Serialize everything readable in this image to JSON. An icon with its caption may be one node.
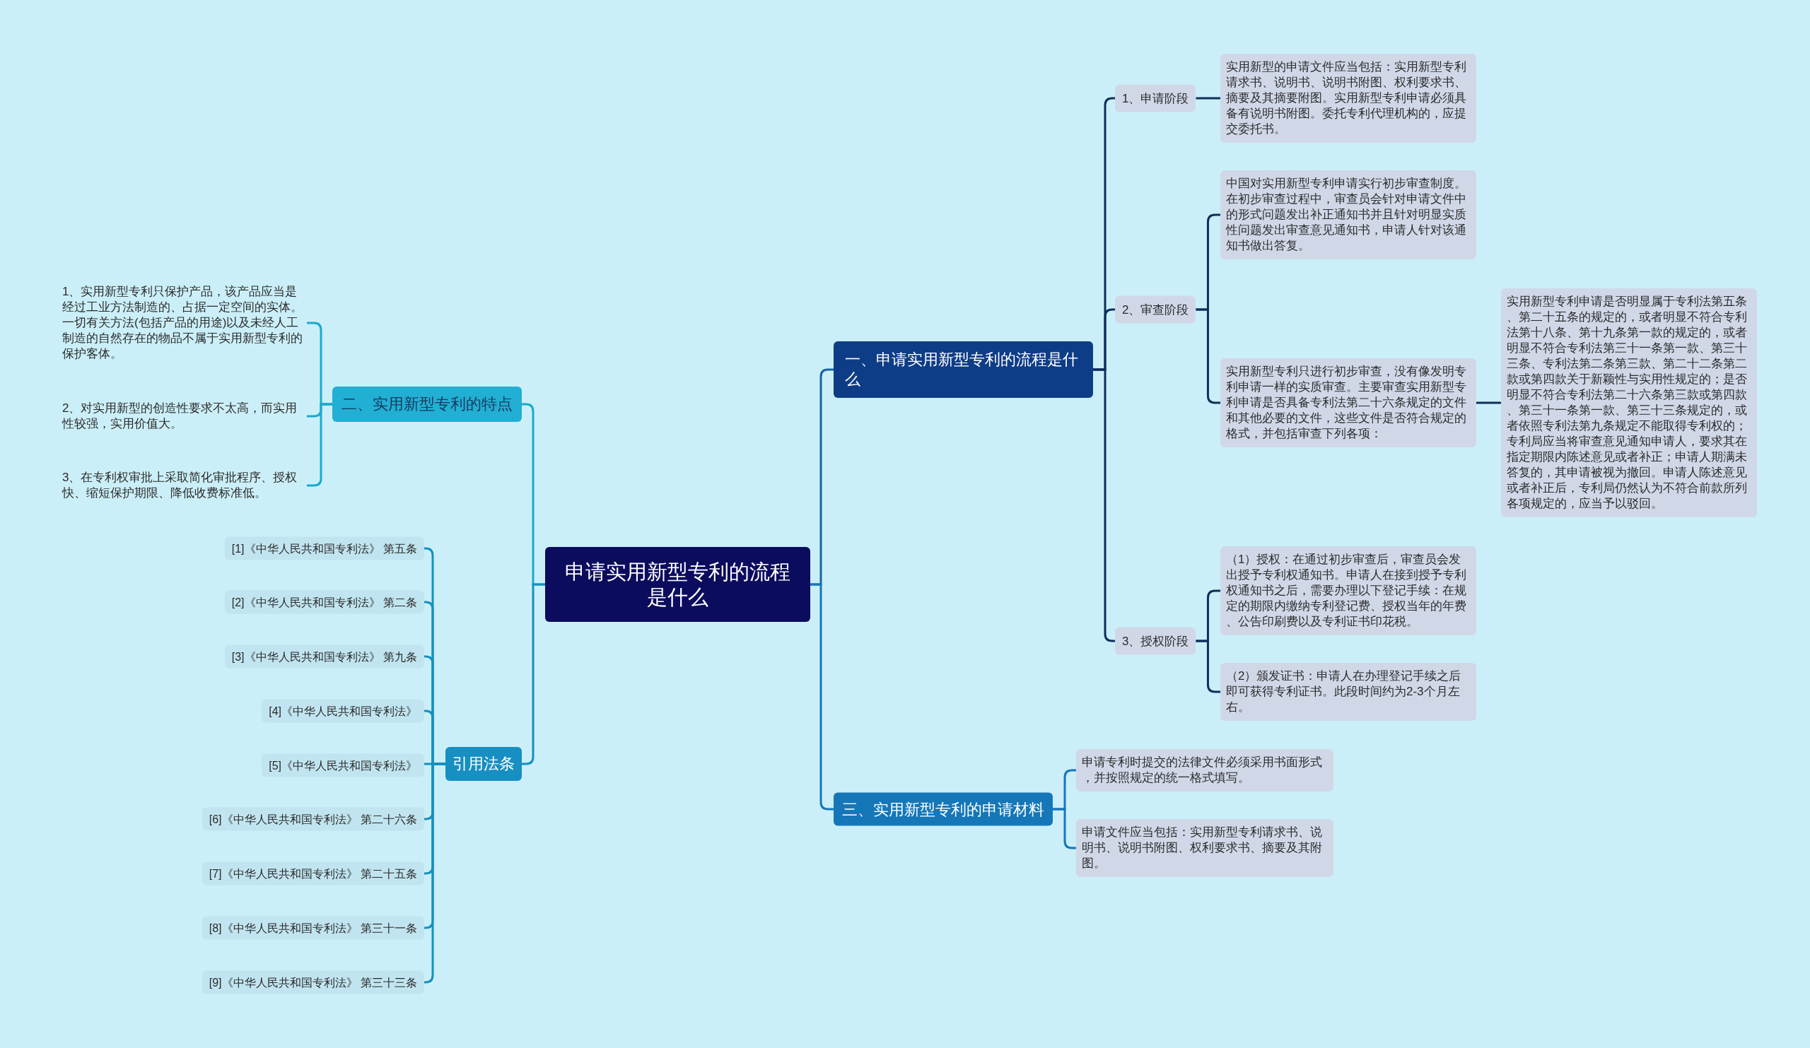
{
  "diagram": {
    "nodes": [
      {
        "text": [
          "申请实用新型专利的流程是什么"
        ]
      },
      {
        "text": [
          "二、实用新型专利的特点"
        ]
      },
      {
        "text": [
          "1、实用新型专利只保护产品，该产品应当是经过工业方法制造的、占据一定空间的实体。一切有关方法(包括产品的用途)以及未经人工制造的自然存在的物品不属于实用新型专利的保护客体。"
        ]
      },
      {
        "text": [
          "2、对实用新型的创造性要求不太高，而实用性较强，实用价值大。"
        ]
      },
      {
        "text": [
          "3、在专利权审批上采取简化审批程序、授权快、缩短保护期限、降低收费标准低。"
        ]
      },
      {
        "text": [
          "引用法条"
        ]
      },
      {
        "text": [
          "[1]《中华人民共和国专利法》 第五条"
        ]
      },
      {
        "text": [
          "[2]《中华人民共和国专利法》 第二条"
        ]
      },
      {
        "text": [
          "[3]《中华人民共和国专利法》 第九条"
        ]
      },
      {
        "text": [
          "[4]《中华人民共和国专利法》"
        ]
      },
      {
        "text": [
          "[5]《中华人民共和国专利法》"
        ]
      },
      {
        "text": [
          "[6]《中华人民共和国专利法》 第二十六条"
        ]
      },
      {
        "text": [
          "[7]《中华人民共和国专利法》 第二十五条"
        ]
      },
      {
        "text": [
          "[8]《中华人民共和国专利法》 第三十一条"
        ]
      },
      {
        "text": [
          "[9]《中华人民共和国专利法》 第三十三条"
        ]
      },
      {
        "text": [
          "一、申请实用新型专利的流程是什么"
        ]
      },
      {
        "text": [
          "1、申请阶段"
        ]
      },
      {
        "text": [
          "实用新型的申请文件应当包括：实用新型专利请求书、说明书、说明书附图、权利要求书、摘要及其摘要附图。实用新型专利申请必须具备有说明书附图。委托专利代理机构的，应提交委托书。"
        ]
      },
      {
        "text": [
          "2、审查阶段"
        ]
      },
      {
        "text": [
          "中国对实用新型专利申请实行初步审查制度。在初步审查过程中，审查员会针对申请文件中的形式问题发出补正通知书并且针对明显实质性问题发出审查意见通知书，申请人针对该通知书做出答复。"
        ]
      },
      {
        "text": [
          "实用新型专利只进行初步审查，没有像发明专利申请一样的实质审查。主要审查实用新型专利申请是否具备专利法第二十六条规定的文件和其他必要的文件，这些文件是否符合规定的格式，并包括审查下列各项："
        ]
      },
      {
        "text": [
          "实用新型专利申请是否明显属于专利法第五条、第二十五条的规定的，或者明显不符合专利法第十八条、第十九条第一款的规定的，或者明显不符合专利法第三十一条第一款、第三十三条、专利法第二条第三款、第二十二条第二款或第四款关于新颖性与实用性规定的；是否明显不符合专利法第二十六条第三款或第四款、第三十一条第一款、第三十三条规定的，或者依照专利法第九条规定不能取得专利权的；专利局应当将审查意见通知申请人，要求其在指定期限内陈述意见或者补正；申请人期满未答复的，其申请被视为撤回。申请人陈述意见或者补正后，专利局仍然认为不符合前款所列各项规定的，应当予以驳回。"
        ]
      },
      {
        "text": [
          "3、授权阶段"
        ]
      },
      {
        "text": [
          "（1）授权：在通过初步审查后，审查员会发出授予专利权通知书。申请人在接到授予专利权通知书之后，需要办理以下登记手续：在规定的期限内缴纳专利登记费、授权当年的年费、公告印刷费以及专利证书印花税。"
        ]
      },
      {
        "text": [
          "（2）颁发证书：申请人在办理登记手续之后即可获得专利证书。此段时间约为2-3个月左右。"
        ]
      },
      {
        "text": [
          "三、实用新型专利的申请材料"
        ]
      },
      {
        "text": [
          "申请专利时提交的法律文件必须采用书面形式，并按照规定的统一格式填写。"
        ]
      },
      {
        "text": [
          "申请文件应当包括：实用新型专利请求书、说明书、说明书附图、权利要求书、摘要及其附图。"
        ]
      }
    ],
    "edges": [
      {
        "from": 0,
        "to": 1,
        "arrow": "none",
        "color": "#1aa9cf"
      },
      {
        "from": 1,
        "to": 2,
        "arrow": "none",
        "color": "#1aa9cf"
      },
      {
        "from": 1,
        "to": 3,
        "arrow": "none",
        "color": "#1aa9cf"
      },
      {
        "from": 1,
        "to": 4,
        "arrow": "none",
        "color": "#1aa9cf"
      },
      {
        "from": 0,
        "to": 5,
        "arrow": "none"
      },
      {
        "from": 5,
        "to": 6,
        "arrow": "none"
      },
      {
        "from": 5,
        "to": 7,
        "arrow": "none"
      },
      {
        "from": 5,
        "to": 8,
        "arrow": "none"
      },
      {
        "from": 5,
        "to": 9,
        "arrow": "none"
      },
      {
        "from": 5,
        "to": 10,
        "arrow": "none"
      },
      {
        "from": 5,
        "to": 11,
        "arrow": "none"
      },
      {
        "from": 5,
        "to": 12,
        "arrow": "none"
      },
      {
        "from": 5,
        "to": 13,
        "arrow": "none"
      },
      {
        "from": 5,
        "to": 14,
        "arrow": "none"
      },
      {
        "from": 0,
        "to": 15,
        "arrow": "none",
        "color": "#1a64a6"
      },
      {
        "from": 15,
        "to": 16,
        "arrow": "none",
        "color": "#0f2f5c"
      },
      {
        "from": 16,
        "to": 17,
        "arrow": "none",
        "color": "#0f2f5c"
      },
      {
        "from": 15,
        "to": 18,
        "arrow": "none",
        "color": "#0f2f5c"
      },
      {
        "from": 18,
        "to": 19,
        "arrow": "none",
        "color": "#0f2f5c"
      },
      {
        "from": 18,
        "to": 20,
        "arrow": "none",
        "color": "#0f2f5c"
      },
      {
        "from": 20,
        "to": 21,
        "arrow": "none",
        "color": "#0f2f5c"
      },
      {
        "from": 15,
        "to": 22,
        "arrow": "none",
        "color": "#0f2f5c"
      },
      {
        "from": 22,
        "to": 23,
        "arrow": "none",
        "color": "#0f2f5c"
      },
      {
        "from": 22,
        "to": 24,
        "arrow": "none",
        "color": "#0f2f5c"
      },
      {
        "from": 0,
        "to": 25,
        "arrow": "none",
        "color": "#1577b8"
      },
      {
        "from": 25,
        "to": 26,
        "arrow": "none",
        "color": "#1577b8"
      },
      {
        "from": 25,
        "to": 27,
        "arrow": "none",
        "color": "#1577b8"
      }
    ]
  }
}
